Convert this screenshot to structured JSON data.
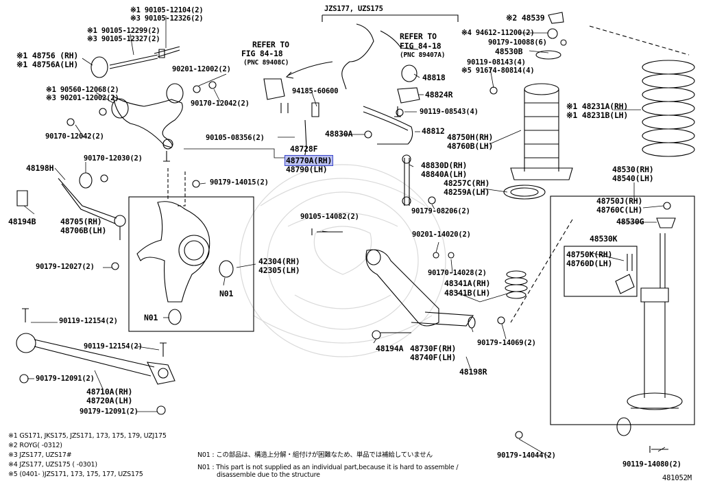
{
  "header": {
    "model_title": "JZS177, UZS175",
    "refer_left_1": "REFER TO",
    "refer_left_2": "FIG 84-18",
    "refer_left_3": "(PNC 89408C)",
    "refer_right_1": "REFER TO",
    "refer_right_2": "FIG 84-18",
    "refer_right_3": "(PNC 89407A)"
  },
  "labels": {
    "p_190105_12104": "※1 90105-12104(2)",
    "p_390105_12326": "※3 90105-12326(2)",
    "p_190105_12299": "※1 90105-12299(2)",
    "p_390105_12327": "※3 90105-12327(2)",
    "p_148756_rh": "※1 48756 (RH)",
    "p_148756a_lh": "※1 48756A(LH)",
    "p_90201_12002": "90201-12002(2)",
    "p_190560_12068": "※1 90560-12068(2)",
    "p_390201_12002": "※3 90201-12002(2)",
    "p_90170_12042_a": "90170-12042(2)",
    "p_90170_12042_b": "90170-12042(2)",
    "p_90170_12030": "90170-12030(2)",
    "p_48198h": "48198H",
    "p_90179_14015": "90179-14015(2)",
    "p_48194b": "48194B",
    "p_48705_rh": "48705(RH)",
    "p_48706b_lh": "48706B(LH)",
    "p_90179_12027": "90179-12027(2)",
    "p_42304_rh": "42304(RH)",
    "p_42305_lh": "42305(LH)",
    "p_n01_a": "N01",
    "p_n01_b": "N01",
    "p_90119_12154_a": "90119-12154(2)",
    "p_90119_12154_b": "90119-12154(2)",
    "p_90179_12091_a": "90179-12091(2)",
    "p_48710a_rh": "48710A(RH)",
    "p_48720a_lh": "48720A(LH)",
    "p_90179_12091_b": "90179-12091(2)",
    "p_94185_60600": "94185-60600",
    "p_90105_08356": "90105-08356(2)",
    "p_48728f": "48728F",
    "p_48770a_rh": "48770A(RH)",
    "p_48790_lh": "48790(LH)",
    "p_48818": "48818",
    "p_48824r": "48824R",
    "p_90119_08543": "90119-08543(4)",
    "p_48830a": "48830A",
    "p_48812": "48812",
    "p_48830d_rh": "48830D(RH)",
    "p_48840a_lh": "48840A(LH)",
    "p_90179_08206": "90179-08206(2)",
    "p_90105_14082": "90105-14082(2)",
    "p_90201_14020": "90201-14020(2)",
    "p_90170_14028": "90170-14028(2)",
    "p_48341a_rh": "48341A(RH)",
    "p_48341b_lh": "48341B(LH)",
    "p_90179_14069": "90179-14069(2)",
    "p_48194a": "48194A",
    "p_48730f_rh": "48730F(RH)",
    "p_48740f_lh": "48740F(LH)",
    "p_48198r": "48198R",
    "p_248539": "※2 48539",
    "p_494612_11200": "※4 94612-11200(2)",
    "p_90179_10088": "90179-10088(6)",
    "p_48530b": "48530B",
    "p_90119_08143": "90119-08143(4)",
    "p_591674_80814": "※5 91674-80814(4)",
    "p_48750h_rh": "48750H(RH)",
    "p_48760b_lh": "48760B(LH)",
    "p_48257c_rh": "48257C(RH)",
    "p_48259a_lh": "48259A(LH)",
    "p_148231a_rh": "※1 48231A(RH)",
    "p_148231b_lh": "※1 48231B(LH)",
    "p_48530_rh": "48530(RH)",
    "p_48540_lh": "48540(LH)",
    "p_48750j_rh": "48750J(RH)",
    "p_48760c_lh": "48760C(LH)",
    "p_48530g": "48530G",
    "p_48530k": "48530K",
    "p_48750k_rh": "48750K(RH)",
    "p_48760d_lh": "48760D(LH)",
    "p_90179_14044": "90179-14044(2)",
    "p_90119_14080": "90119-14080(2)"
  },
  "footnotes": {
    "n1": "※1  GS171, JKS175, JZS171, 173, 175, 179, UZJ175",
    "n2": "※2  ROYG(      -0312)",
    "n3": "※3  JZS177, UZS17#",
    "n4": "※4  JZS177, UZS175 (      -0301)",
    "n5": "※5 (0401-     )JZS171, 173, 175, 177, UZS175",
    "n01_jp": "N01 : この部品は、構造上分解・組付けが困難なため、単品では補給していません",
    "n01_en_1": "N01 : This part is not supplied as an individual part,because it is hard to assemble /",
    "n01_en_2": "disassemble due to the structure"
  },
  "figure_id": "481052M",
  "colors": {
    "line": "#000000",
    "highlight": "#b9bff0",
    "highlight_border": "#3844c8",
    "watermark": "#d8d8d8"
  }
}
